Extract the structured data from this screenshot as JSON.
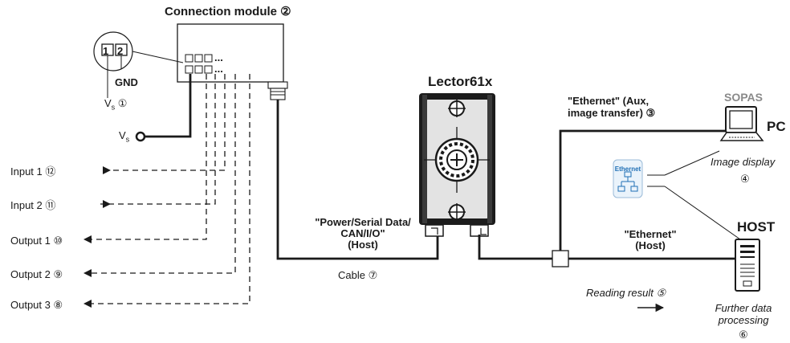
{
  "connection_module": {
    "title": "Connection module ②",
    "pin1": "1",
    "pin2": "2",
    "gnd": "GND",
    "vs_main": "V",
    "vs_sub": "s",
    "vs_marker": "①",
    "dots": "..."
  },
  "supply": {
    "vs_main": "V",
    "vs_sub": "s"
  },
  "io_lines": [
    {
      "label": "Input 1 ⑫",
      "direction": "in"
    },
    {
      "label": "Input 2 ⑪",
      "direction": "in"
    },
    {
      "label": "Output 1 ⑩",
      "direction": "out"
    },
    {
      "label": "Output 2 ⑨",
      "direction": "out"
    },
    {
      "label": "Output 3 ⑧",
      "direction": "out"
    }
  ],
  "device": {
    "name": "Lector61x"
  },
  "power_cable": {
    "line1": "\"Power/Serial Data/",
    "line2": "CAN/I/O\"",
    "line3": "(Host)",
    "cable": "Cable ⑦"
  },
  "ethernet_aux": {
    "line1": "\"Ethernet\" (Aux,",
    "line2": "image transfer) ③"
  },
  "ethernet_host": {
    "line1": "\"Ethernet\"",
    "line2": "(Host)"
  },
  "switch": {
    "label": "Ethernet"
  },
  "pc": {
    "software": "SOPAS",
    "label": "PC",
    "caption": "Image display",
    "marker": "④"
  },
  "host": {
    "label": "HOST",
    "caption1": "Further data",
    "caption2": "processing",
    "marker": "⑥"
  },
  "reading_result": {
    "label": "Reading result ⑤"
  }
}
